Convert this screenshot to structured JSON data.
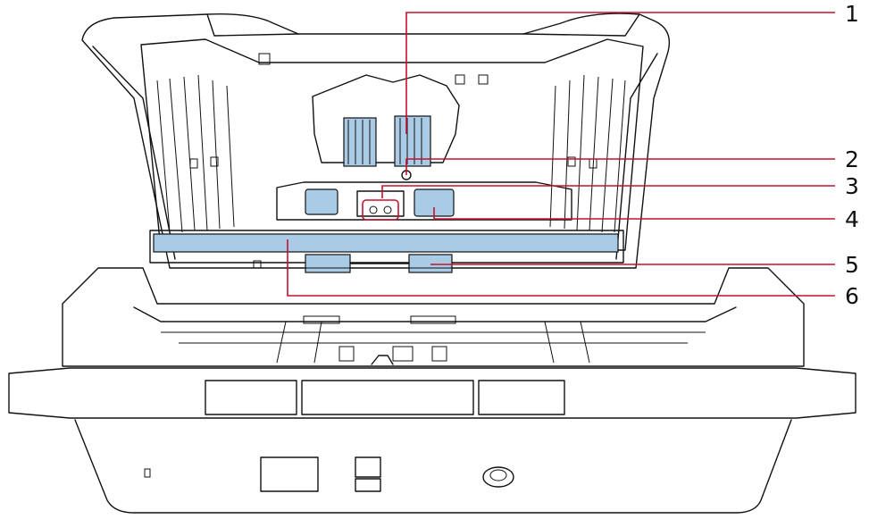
{
  "callouts": [
    {
      "number": "1"
    },
    {
      "number": "2"
    },
    {
      "number": "3"
    },
    {
      "number": "4"
    },
    {
      "number": "5"
    },
    {
      "number": "6"
    }
  ],
  "colors": {
    "line": "#111111",
    "highlight": "#a9cbe6",
    "leader": "#c4122f"
  }
}
